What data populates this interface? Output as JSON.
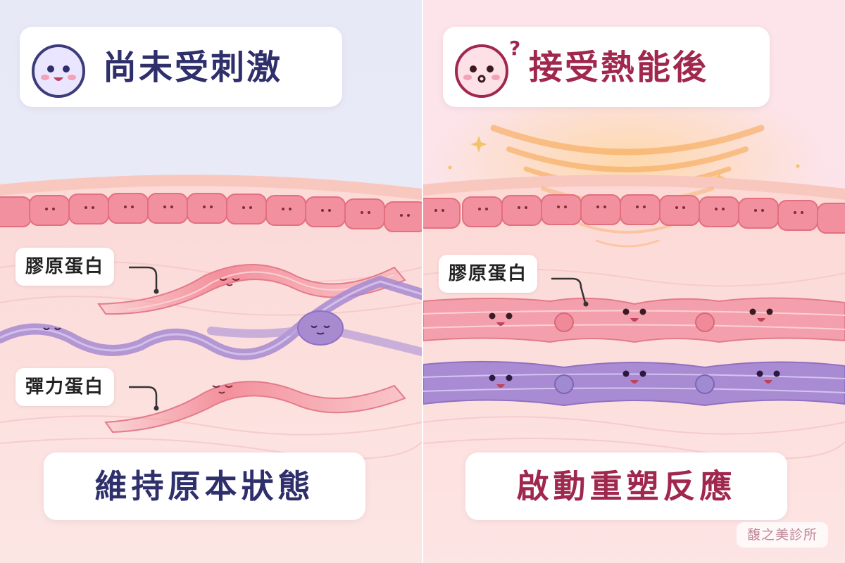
{
  "left_panel": {
    "title": "尚未受刺激",
    "collagen_label": "膠原蛋白",
    "elastin_label": "彈力蛋白",
    "caption": "維持原本狀態",
    "icon": "smiling-face-icon",
    "accent_color": "#2e2f6b",
    "background_color": "#e6e9f6"
  },
  "right_panel": {
    "title": "接受熱能後",
    "collagen_label": "膠原蛋白",
    "question_mark": "?",
    "caption": "啟動重塑反應",
    "icon": "surprised-face-icon",
    "accent_color": "#a0284e",
    "background_color": "#fbe5ea"
  },
  "watermark": "馥之美診所"
}
